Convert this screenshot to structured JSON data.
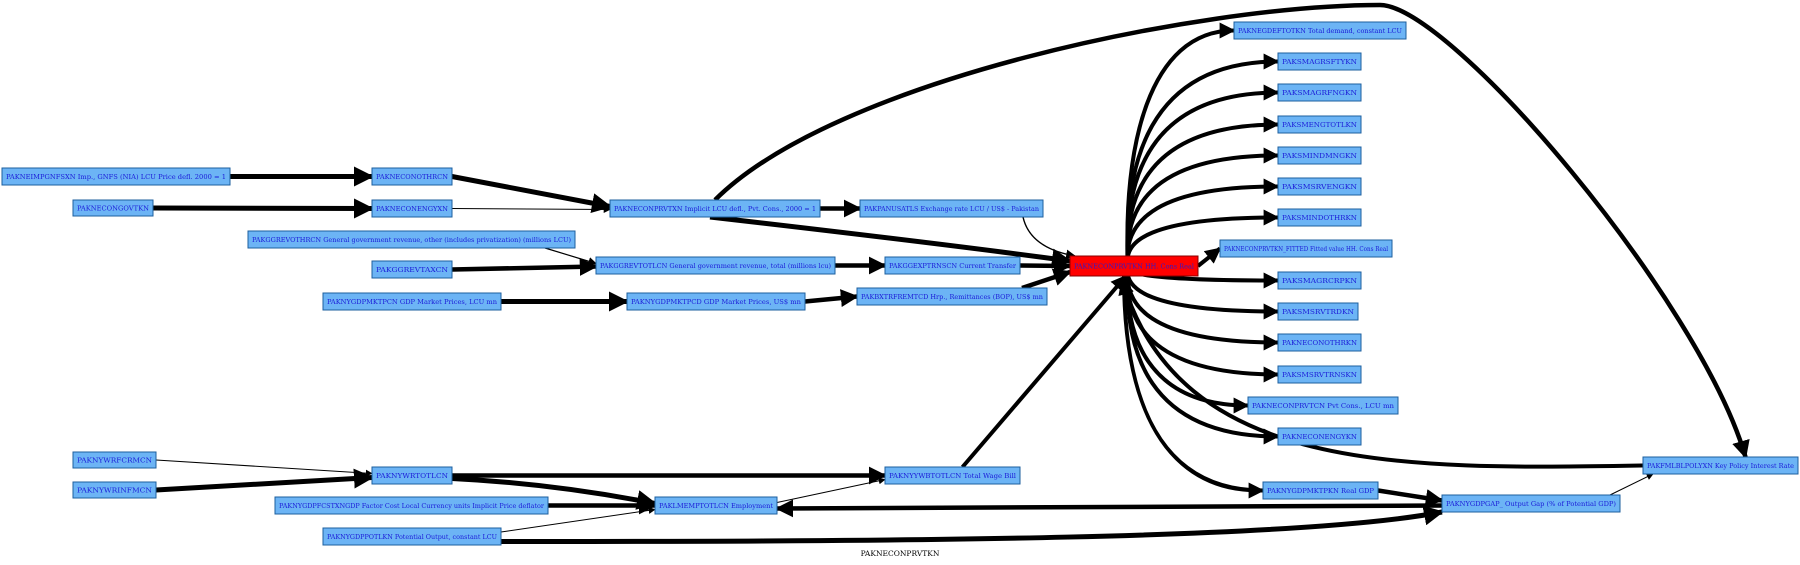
{
  "caption": "PAKNECONPRVTKN",
  "nodes": [
    {
      "id": "gdpimp",
      "label": "PAKNEIMPGNFSXN Imp., GNFS (NIA) LCU Price defl. 2000 = 1"
    },
    {
      "id": "congov",
      "label": "PAKNECONGOVTKN"
    },
    {
      "id": "genrev_oth",
      "label": "PAKGGREVOTHRCN General government revenue, other (includes privatization) (millions LCU)"
    },
    {
      "id": "ggrevtax",
      "label": "PAKGGREVTAXCN"
    },
    {
      "id": "gdpmktp_cn",
      "label": "PAKNYGDPMKTPCN GDP Market Prices, LCU mn"
    },
    {
      "id": "wfcrm",
      "label": "PAKNYWRFCRMCN"
    },
    {
      "id": "wrinfm",
      "label": "PAKNYWRINFMCN"
    },
    {
      "id": "gdpfcst",
      "label": "PAKNYGDPFCSTXNGDP Factor Cost Local Currency units Implicit Price deflator"
    },
    {
      "id": "gdppotl",
      "label": "PAKNYGDPPOTLKN Potential Output, constant LCU"
    },
    {
      "id": "concxn",
      "label": "PAKNECONOTHRCN"
    },
    {
      "id": "coneng",
      "label": "PAKNECONENGYXN"
    },
    {
      "id": "ggrevtotl",
      "label": "PAKGGREVTOTLCN General government revenue, total (millions lcu)"
    },
    {
      "id": "gdpmktp_cd",
      "label": "PAKNYGDPMKTPCD GDP Market Prices, US$ mn"
    },
    {
      "id": "wrtotl",
      "label": "PAKNYWRTOTLCN"
    },
    {
      "id": "lmemp",
      "label": "PAKLMEMPTOTLCN Employment"
    },
    {
      "id": "conprvtxn",
      "label": "PAKNECONPRVTXN Implicit LCU defl., Pvt. Cons., 2000 = 1"
    },
    {
      "id": "exchrate",
      "label": "PAKPANUSATLS Exchange rate LCU / US$ - Pakistan"
    },
    {
      "id": "ggexp",
      "label": "PAKGGEXPTRNSCN Current Transfer"
    },
    {
      "id": "remit",
      "label": "PAKBXTRFREMTCD Hrp., Remittances (BOP), US$ mn"
    },
    {
      "id": "wagebill",
      "label": "PAKNYYWBTOTLCN Total Wage Bill"
    },
    {
      "id": "center",
      "label": "PAKNECONPRVTKN HH. Cons Real",
      "highlight": true
    },
    {
      "id": "gdefl",
      "label": "PAKNEGDEFTOTKN Total demand, constant LCU"
    },
    {
      "id": "t1",
      "label": "PAKSMAGRSFTYKN"
    },
    {
      "id": "t2",
      "label": "PAKSMAGRFNGKN"
    },
    {
      "id": "t3",
      "label": "PAKSMENGTOTLKN"
    },
    {
      "id": "t4",
      "label": "PAKSMINDMNGKN"
    },
    {
      "id": "t5",
      "label": "PAKSMSRVENGKN"
    },
    {
      "id": "t6",
      "label": "PAKSMINDOTHRKN"
    },
    {
      "id": "fitted",
      "label": "PAKNECONPRVTKN_FITTED Fitted value HH. Cons Real"
    },
    {
      "id": "t7",
      "label": "PAKSMAGRCRPKN"
    },
    {
      "id": "t8",
      "label": "PAKSMSRVTRDKN"
    },
    {
      "id": "t9",
      "label": "PAKNECONOTHRKN"
    },
    {
      "id": "t10",
      "label": "PAKSMSRVTRNSKN"
    },
    {
      "id": "conprvtcn",
      "label": "PAKNECONPRVTCN Pvt Cons., LCU mn"
    },
    {
      "id": "t11",
      "label": "PAKNECONENGYKN"
    },
    {
      "id": "gdpmktp_kn",
      "label": "PAKNYGDPMKTPKN Real GDP"
    },
    {
      "id": "gdpgap",
      "label": "PAKNYGDPGAP_ Output Gap (% of Potential GDP)"
    },
    {
      "id": "policy",
      "label": "PAKFMLBLPOLYXN Key Policy Interest Rate"
    }
  ]
}
